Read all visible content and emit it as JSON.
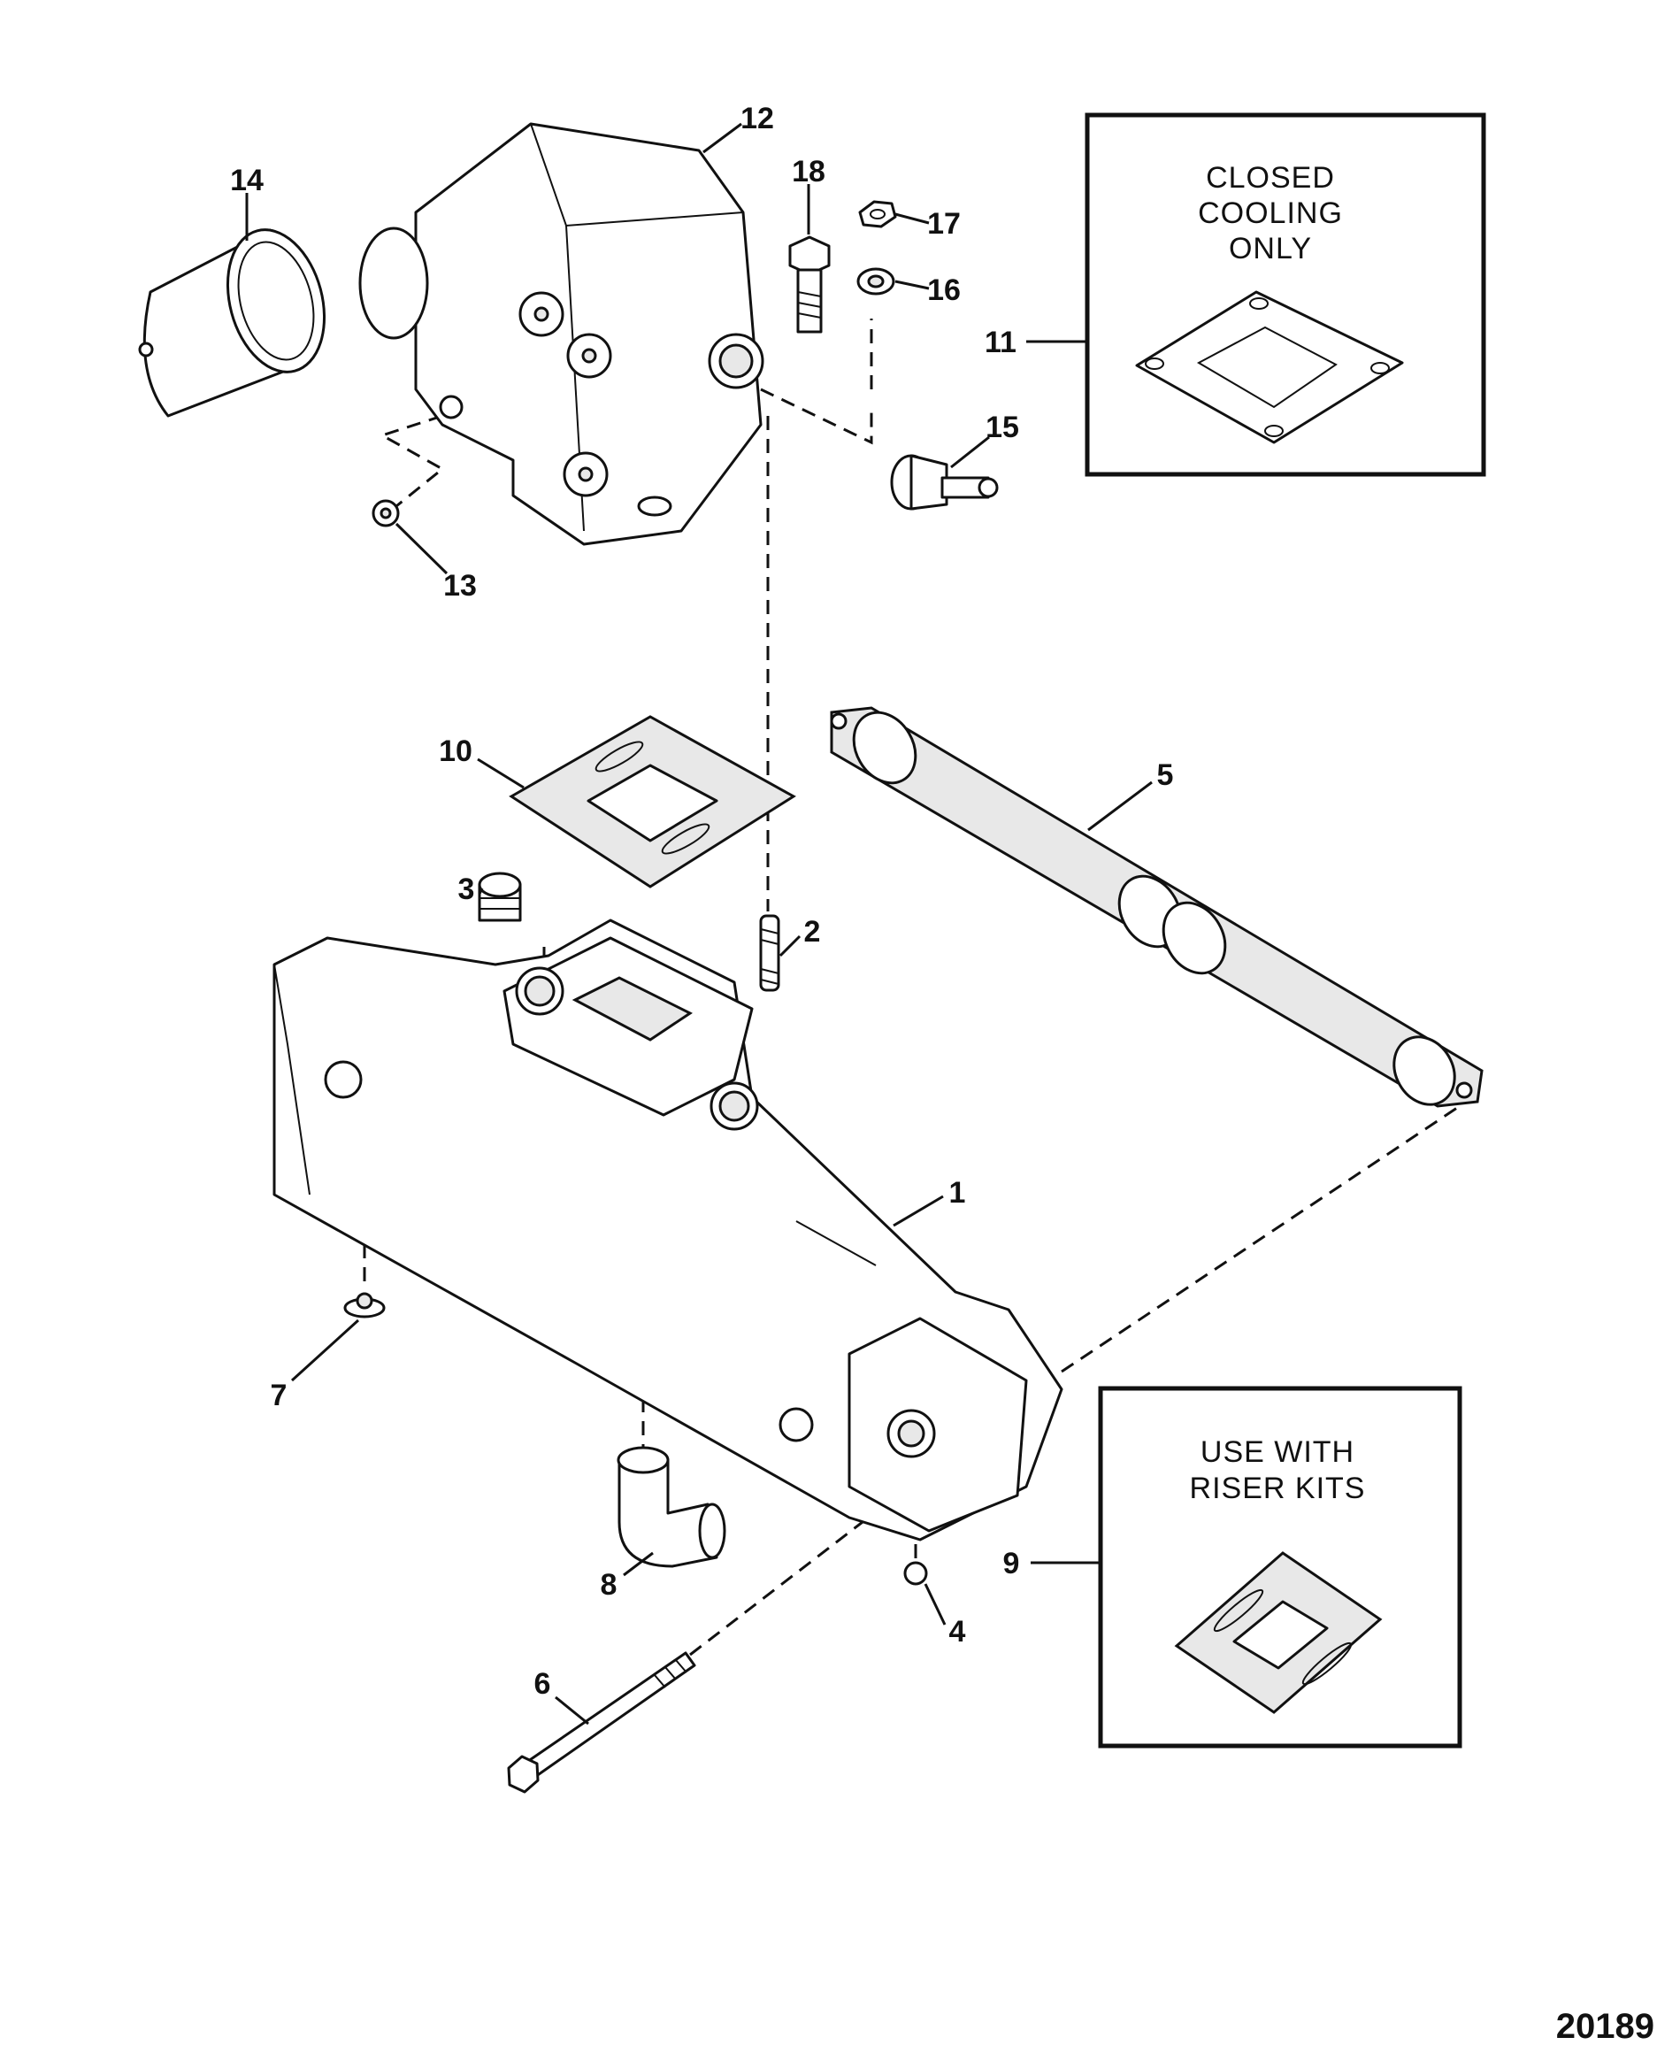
{
  "figure_number": "20189",
  "notes": {
    "closed_cooling": [
      "CLOSED",
      "COOLING",
      "ONLY"
    ],
    "riser_kits": [
      "USE WITH",
      "RISER KITS"
    ]
  },
  "callouts": {
    "c1": "1",
    "c2": "2",
    "c3": "3",
    "c4": "4",
    "c5": "5",
    "c6": "6",
    "c7": "7",
    "c8": "8",
    "c9": "9",
    "c10": "10",
    "c11": "11",
    "c12": "12",
    "c13": "13",
    "c14": "14",
    "c15": "15",
    "c16": "16",
    "c17": "17",
    "c18": "18"
  }
}
